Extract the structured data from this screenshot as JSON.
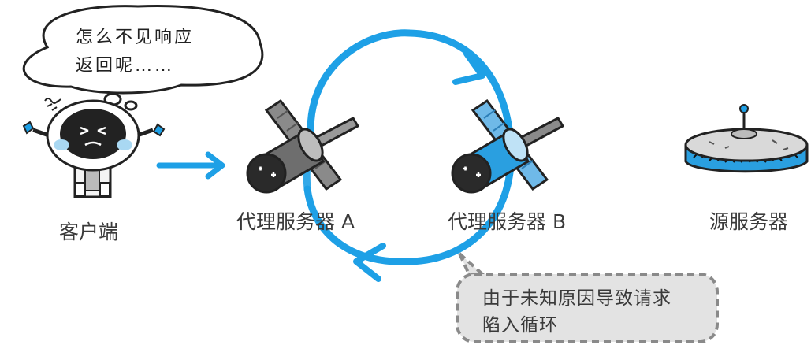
{
  "thought_bubble": {
    "line1": "怎么不见响应",
    "line2": "返回呢……"
  },
  "nodes": {
    "client": "客户端",
    "proxy_a": "代理服务器 A",
    "proxy_b": "代理服务器 B",
    "origin": "源服务器"
  },
  "note": {
    "line1": "由于未知原因导致请求",
    "line2": "陷入循环"
  },
  "colors": {
    "loop_blue": "#1ea0e6",
    "proxy_b_blue": "#2a9fe0",
    "note_gray": "#e3e3e3",
    "note_border": "#8a8a8a",
    "outline": "#222222"
  }
}
